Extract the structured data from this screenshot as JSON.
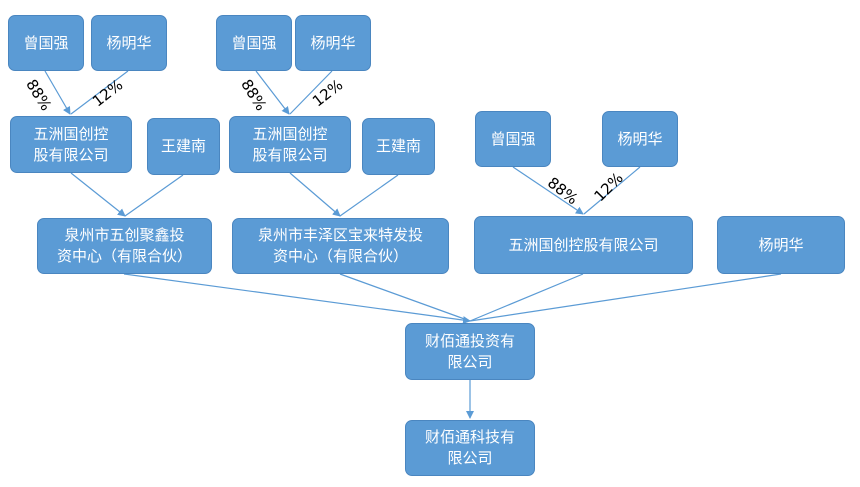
{
  "nodes": {
    "g1_person_a": "曾国强",
    "g1_person_b": "杨明华",
    "g1_company": "五洲国创控\n股有限公司",
    "g1_person_c": "王建南",
    "g1_partnership": "泉州市五创聚鑫投\n资中心（有限合伙）",
    "g2_person_a": "曾国强",
    "g2_person_b": "杨明华",
    "g2_company": "五洲国创控\n股有限公司",
    "g2_person_c": "王建南",
    "g2_partnership": "泉州市丰泽区宝来特发投\n资中心（有限合伙）",
    "g3_person_a": "曾国强",
    "g3_person_b": "杨明华",
    "g3_company": "五洲国创控股有限公司",
    "g3_person_c": "杨明华",
    "investment_co": "财佰通投资有\n限公司",
    "tech_co": "财佰通科技有\n限公司"
  },
  "edge_labels": {
    "g1_a": "88%",
    "g1_b": "12%",
    "g2_a": "88%",
    "g2_b": "12%",
    "g3_a": "88%",
    "g3_b": "12%"
  },
  "colors": {
    "node_fill": "#5b9bd5",
    "node_border": "#4a86c0",
    "edge": "#5b9bd5"
  }
}
